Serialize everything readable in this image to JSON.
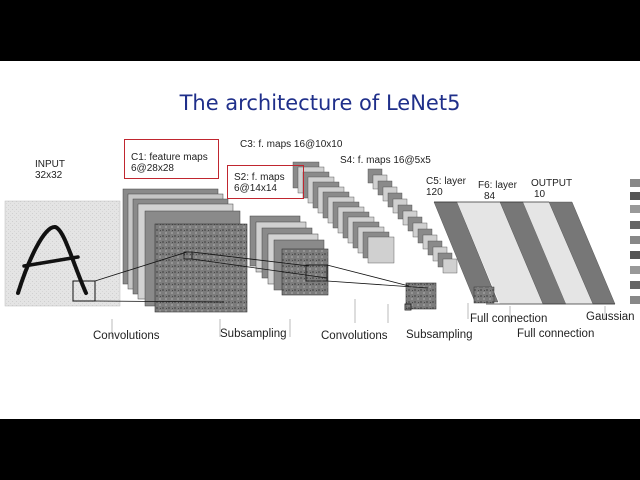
{
  "slide": {
    "title": "The architecture of LeNet5"
  },
  "layers": {
    "input": {
      "name": "INPUT",
      "size": "32x32"
    },
    "c1": {
      "name": "C1: feature maps",
      "size": "6@28x28"
    },
    "s2": {
      "name": "S2: f. maps",
      "size": "6@14x14"
    },
    "c3": {
      "name": "C3: f. maps 16@10x10"
    },
    "s4": {
      "name": "S4: f. maps 16@5x5"
    },
    "c5": {
      "name": "C5: layer",
      "size": "120"
    },
    "f6": {
      "name": "F6: layer",
      "size": "84"
    },
    "output": {
      "name": "OUTPUT",
      "size": "10"
    }
  },
  "operations": {
    "op1": "Convolutions",
    "op2": "Subsampling",
    "op3": "Convolutions",
    "op4": "Subsampling",
    "op5": "Full connection",
    "op6": "Full connection",
    "op7": "Gaussian"
  },
  "colors": {
    "title": "#1f2f8a",
    "highlight_box": "#c0262f"
  }
}
